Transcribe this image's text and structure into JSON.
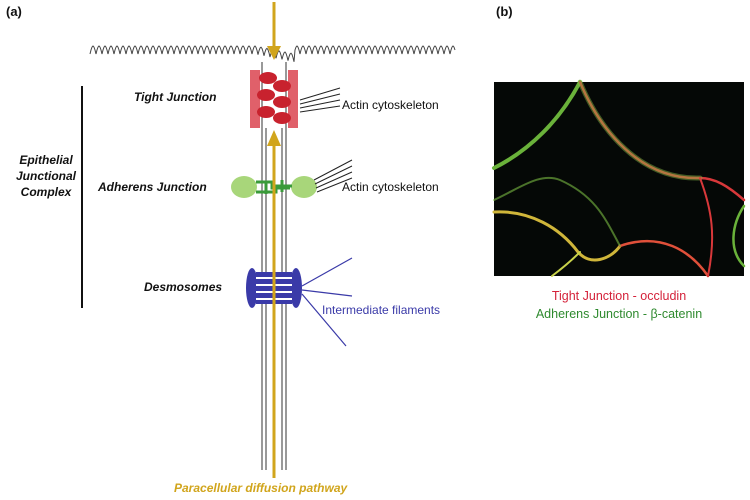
{
  "panels": {
    "a": "(a)",
    "b": "(b)"
  },
  "diagram": {
    "complex_label": [
      "Epithelial",
      "Junctional",
      "Complex"
    ],
    "tight_junction": "Tight Junction",
    "adherens_junction": "Adherens Junction",
    "desmosomes": "Desmosomes",
    "actin_1": "Actin cytoskeleton",
    "actin_2": "Actin cytoskeleton",
    "intermediate_filaments": "Intermediate filaments",
    "pathway": "Paracellular diffusion pathway"
  },
  "legend": {
    "tight": "Tight Junction - occludin",
    "adherens": "Adherens Junction - β-catenin"
  },
  "colors": {
    "gold": "#d1a51c",
    "tight_red": "#c8222e",
    "tight_pink": "#e0606a",
    "adherens_green": "#3a9a3a",
    "adherens_oval": "#a8d67a",
    "desmo_blue": "#3a3aa8"
  }
}
